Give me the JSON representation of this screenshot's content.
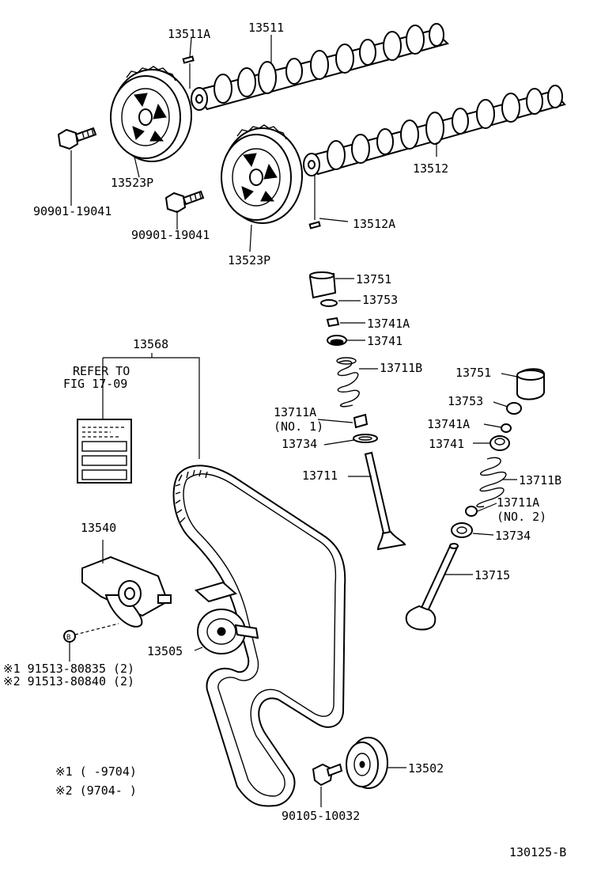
{
  "labels": {
    "p13511A": "13511A",
    "p13511": "13511",
    "p13512": "13512",
    "p13512A": "13512A",
    "p13523P_1": "13523P",
    "p13523P_2": "13523P",
    "p90901_1": "90901-19041",
    "p90901_2": "90901-19041",
    "p13751_1": "13751",
    "p13753_1": "13753",
    "p13741A_1": "13741A",
    "p13741_1": "13741",
    "p13711B_1": "13711B",
    "p13711A_1": "13711A",
    "p13711A_1_no": "(NO. 1)",
    "p13734_1": "13734",
    "p13711": "13711",
    "p13751_2": "13751",
    "p13753_2": "13753",
    "p13741A_2": "13741A",
    "p13741_2": "13741",
    "p13711B_2": "13711B",
    "p13711A_2": "13711A",
    "p13711A_2_no": "(NO. 2)",
    "p13734_2": "13734",
    "p13715": "13715",
    "p13568": "13568",
    "refer_line1": "REFER TO",
    "refer_line2": "FIG 17-09",
    "p13540": "13540",
    "p13505": "13505",
    "p13502": "13502",
    "p90105": "90105-10032",
    "bolt1": "※1  91513-80835 (2)",
    "bolt2": "※2  91513-80840 (2)",
    "note1": "※1 (       -9704)",
    "note2": "※2 (9704-        )",
    "diagram_id": "130125-B"
  },
  "icons": {
    "bolt_marker": "circled-B-marker"
  }
}
